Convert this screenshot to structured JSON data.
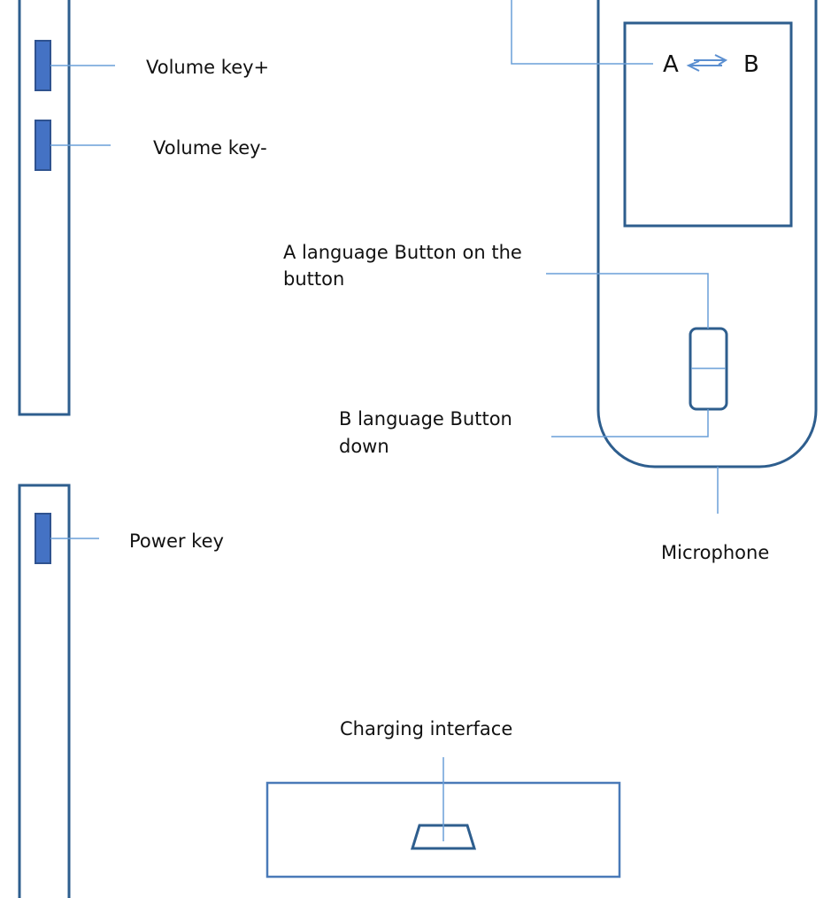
{
  "labels": {
    "volume_up": "Volume key+",
    "volume_down": "Volume key-",
    "a_button": "A language Button on the",
    "a_button_line2": "button",
    "b_button": "B language  Button",
    "b_button_line2": "down",
    "power": "Power key",
    "microphone": "Microphone",
    "charging": "Charging interface"
  },
  "screen": {
    "lang_a": "A",
    "lang_b": "B"
  },
  "colors": {
    "outline": "#2e5e8e",
    "leader": "#6a9fd8",
    "key_fill": "#4472c4"
  }
}
